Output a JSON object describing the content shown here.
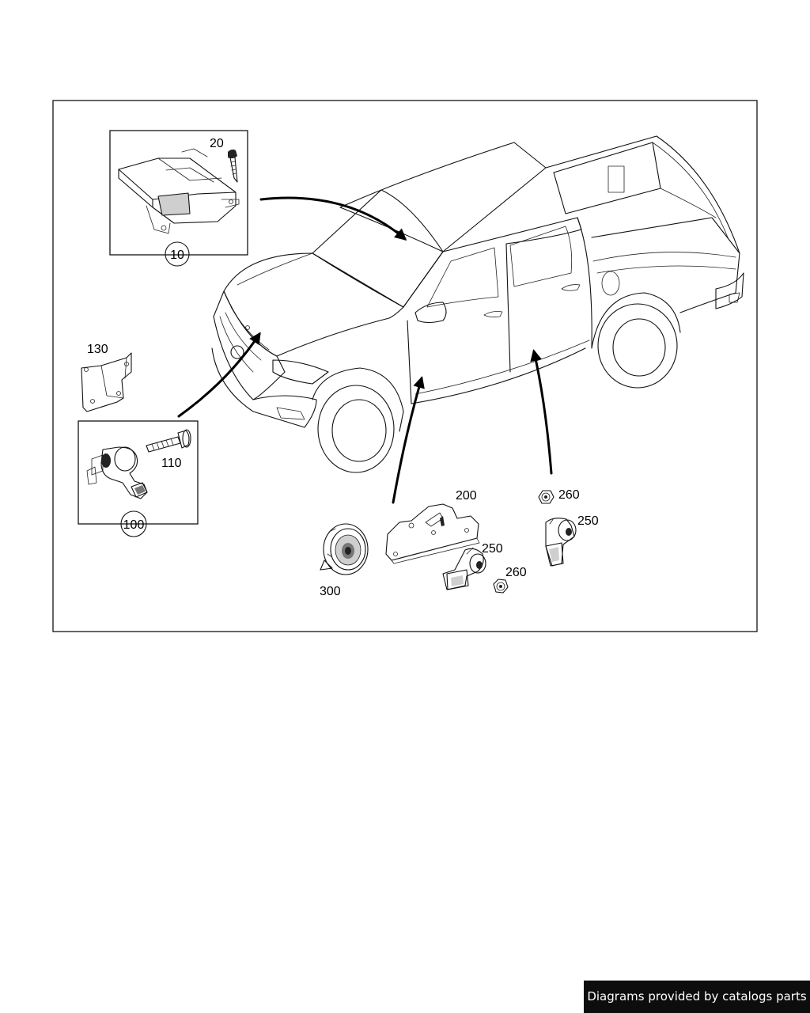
{
  "callouts": {
    "part_10": "10",
    "part_20": "20",
    "part_100": "100",
    "part_110": "110",
    "part_130": "130",
    "part_200": "200",
    "part_250_a": "250",
    "part_250_b": "250",
    "part_260_a": "260",
    "part_260_b": "260",
    "part_300": "300"
  },
  "footer": {
    "text": "Diagrams provided by catalogs parts"
  }
}
